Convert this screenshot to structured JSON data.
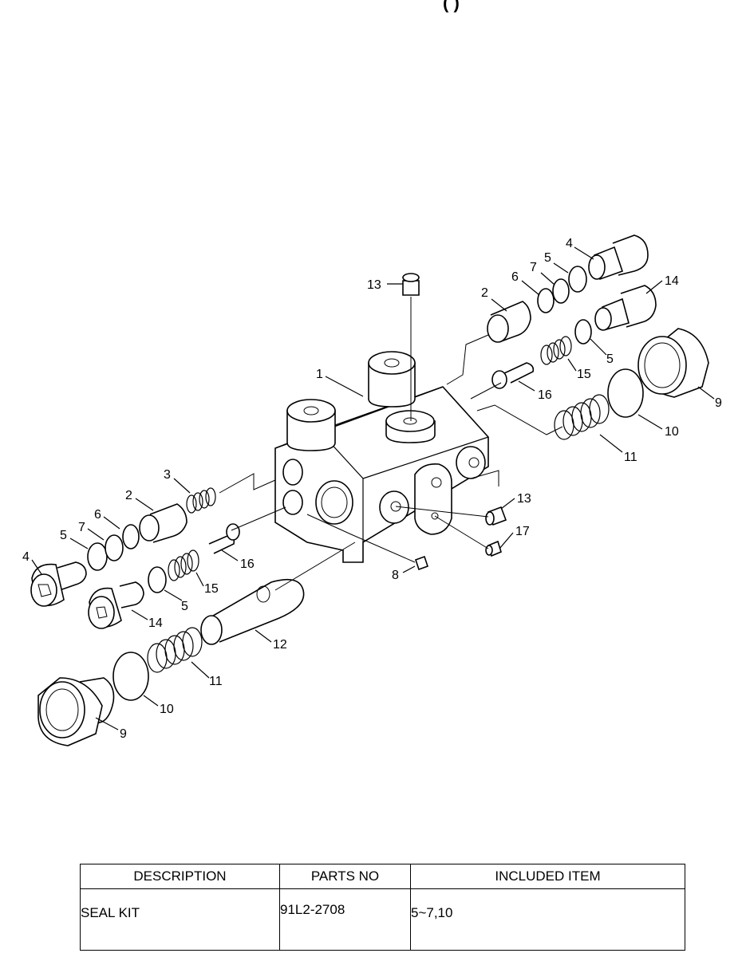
{
  "header": {
    "fragment": "(        )"
  },
  "diagram": {
    "labels": {
      "l1": "1",
      "l2a": "2",
      "l2b": "2",
      "l3": "3",
      "l4a": "4",
      "l4b": "4",
      "l5a": "5",
      "l5b": "5",
      "l5c": "5",
      "l5d": "5",
      "l6a": "6",
      "l6b": "6",
      "l7a": "7",
      "l7b": "7",
      "l8": "8",
      "l9a": "9",
      "l9b": "9",
      "l10a": "10",
      "l10b": "10",
      "l11a": "11",
      "l11b": "11",
      "l12": "12",
      "l13a": "13",
      "l13b": "13",
      "l14a": "14",
      "l14b": "14",
      "l15a": "15",
      "l15b": "15",
      "l16a": "16",
      "l16b": "16",
      "l17": "17"
    }
  },
  "table": {
    "headers": {
      "description": "DESCRIPTION",
      "parts_no": "PARTS NO",
      "included_item": "INCLUDED ITEM"
    },
    "rows": [
      {
        "description": "SEAL KIT",
        "parts_no": "91L2-2708",
        "included_item": "5~7,10"
      }
    ]
  }
}
